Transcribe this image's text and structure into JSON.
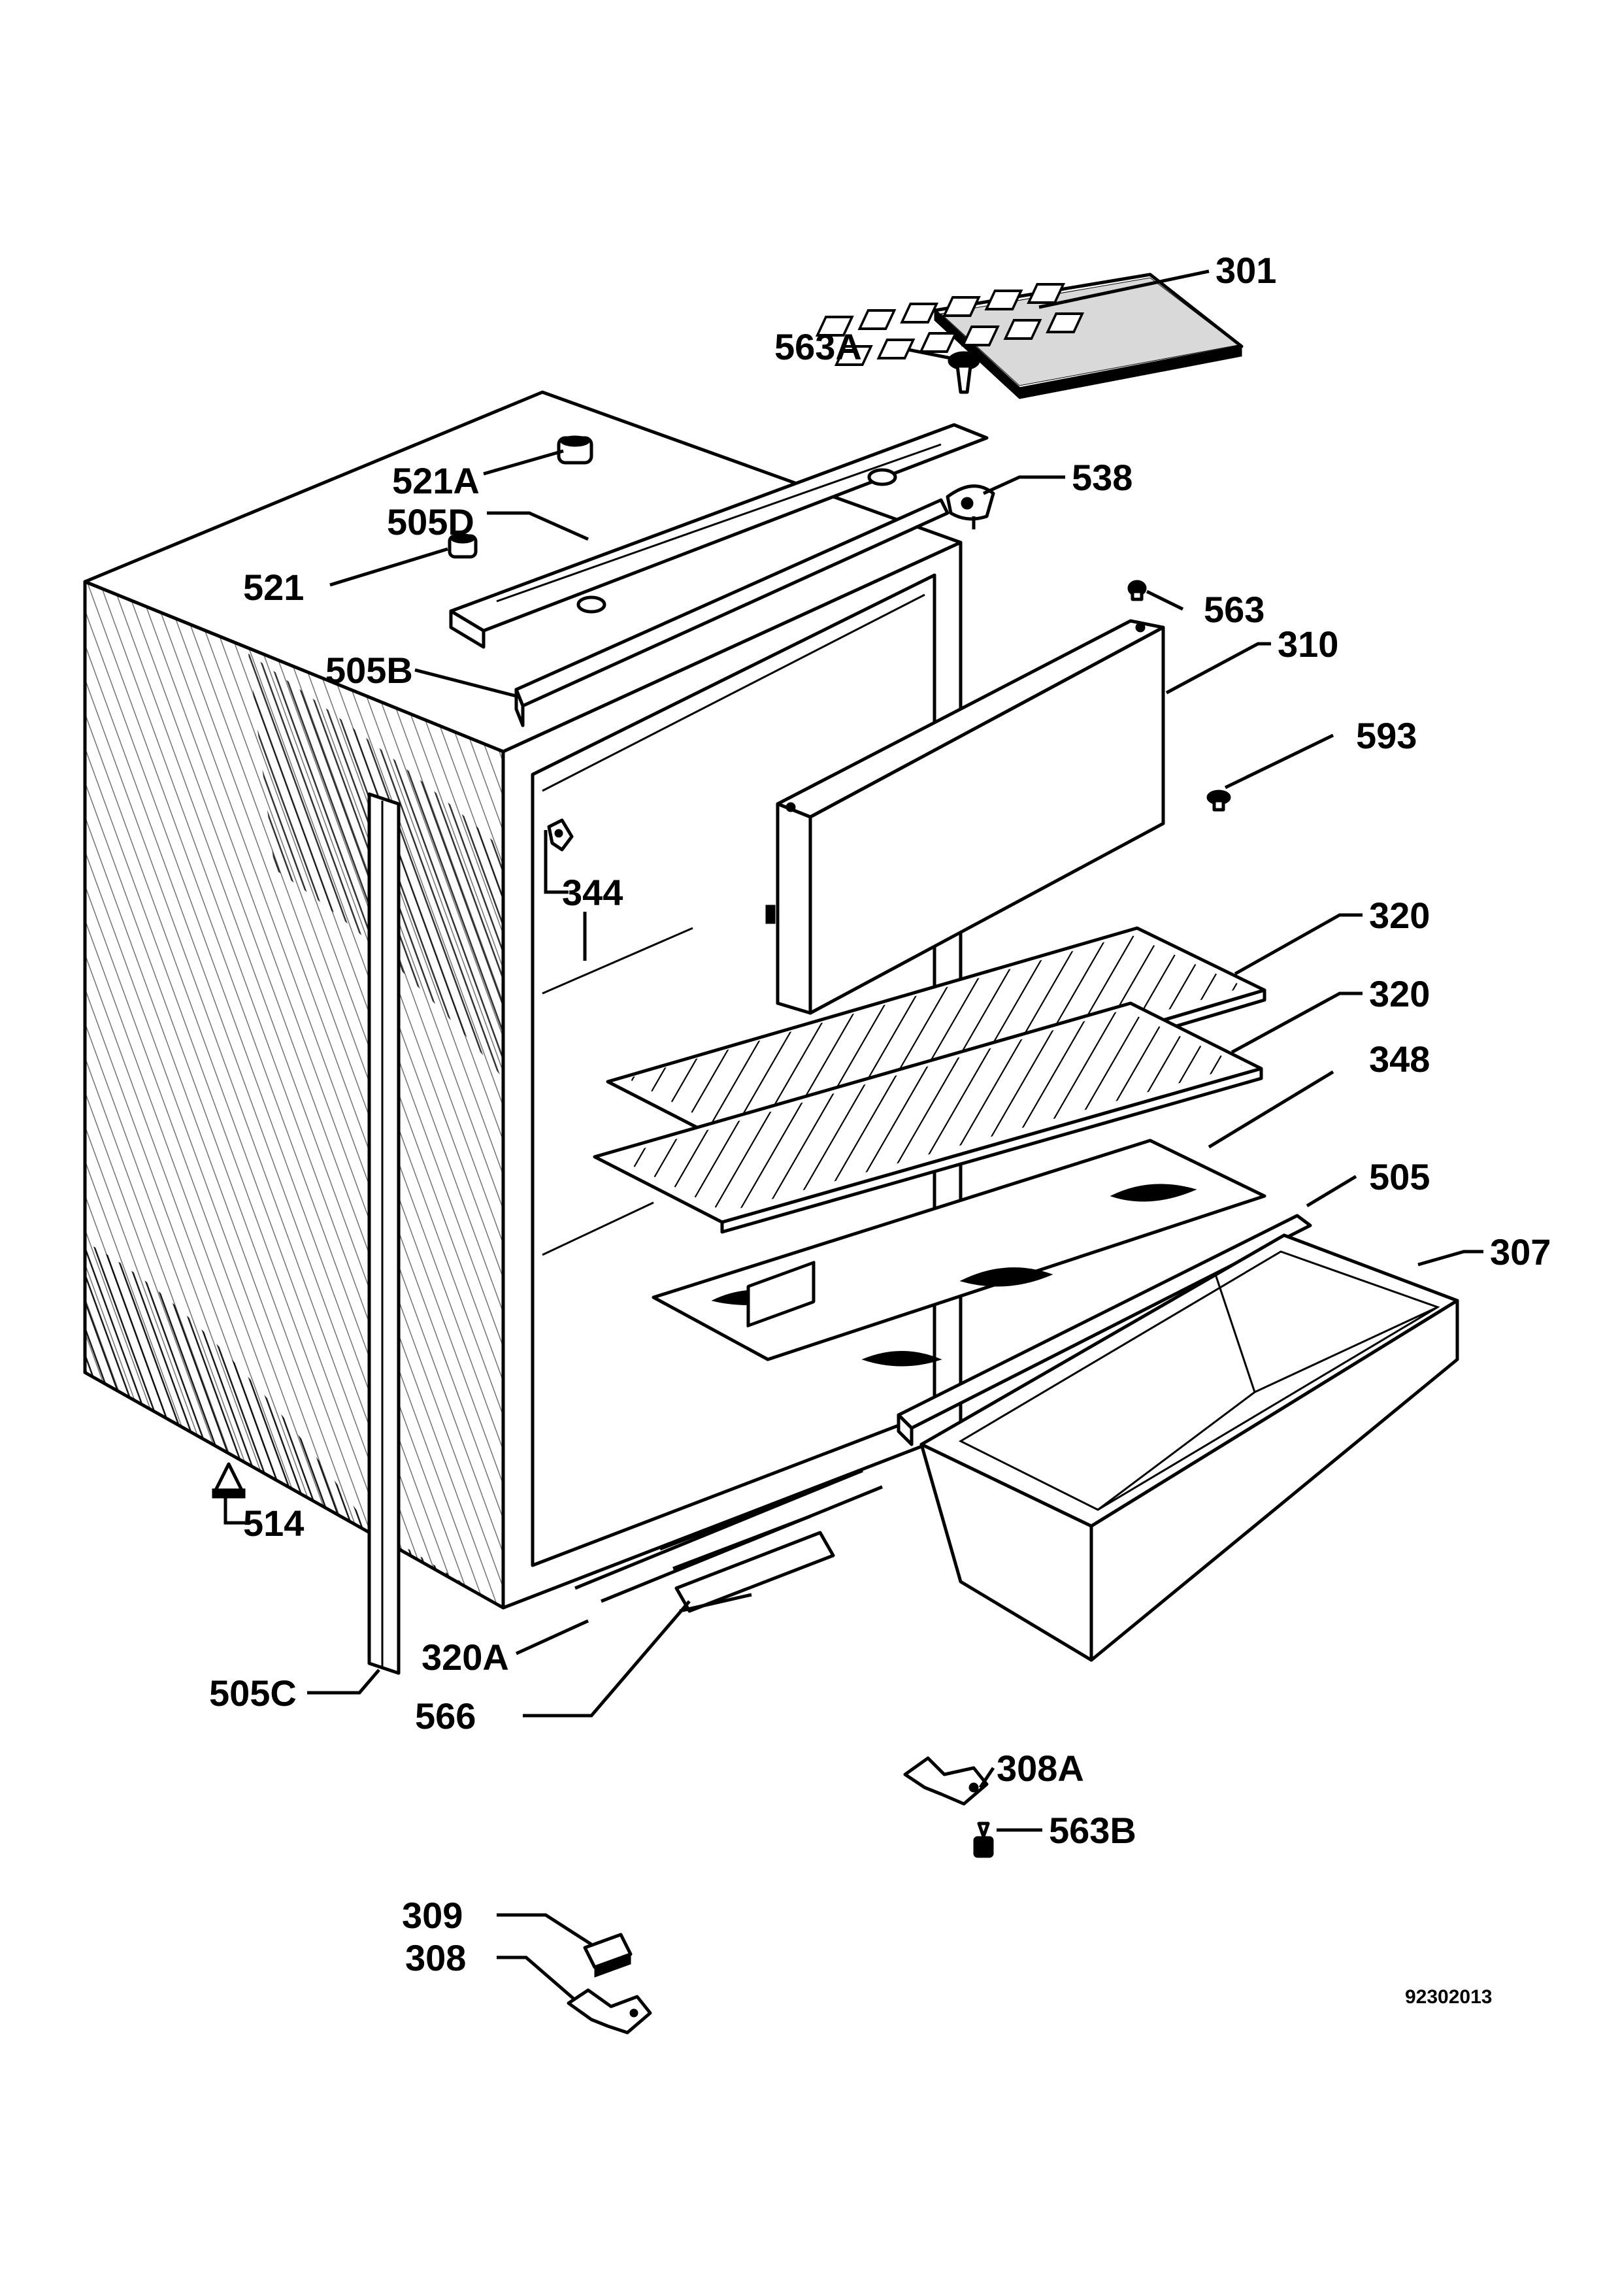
{
  "labels": {
    "l301": "301",
    "l563A": "563A",
    "l521A": "521A",
    "l538": "538",
    "l505D": "505D",
    "l521": "521",
    "l563": "563",
    "l310": "310",
    "l505B": "505B",
    "l593": "593",
    "l344": "344",
    "l320a": "320",
    "l320b": "320",
    "l348": "348",
    "l505": "505",
    "l307": "307",
    "l514": "514",
    "l320A": "320A",
    "l505C": "505C",
    "l566": "566",
    "l308A": "308A",
    "l563B": "563B",
    "l309": "309",
    "l308": "308"
  },
  "drawing_code": "92302013",
  "colors": {
    "ink": "#000000",
    "paper": "#ffffff"
  }
}
